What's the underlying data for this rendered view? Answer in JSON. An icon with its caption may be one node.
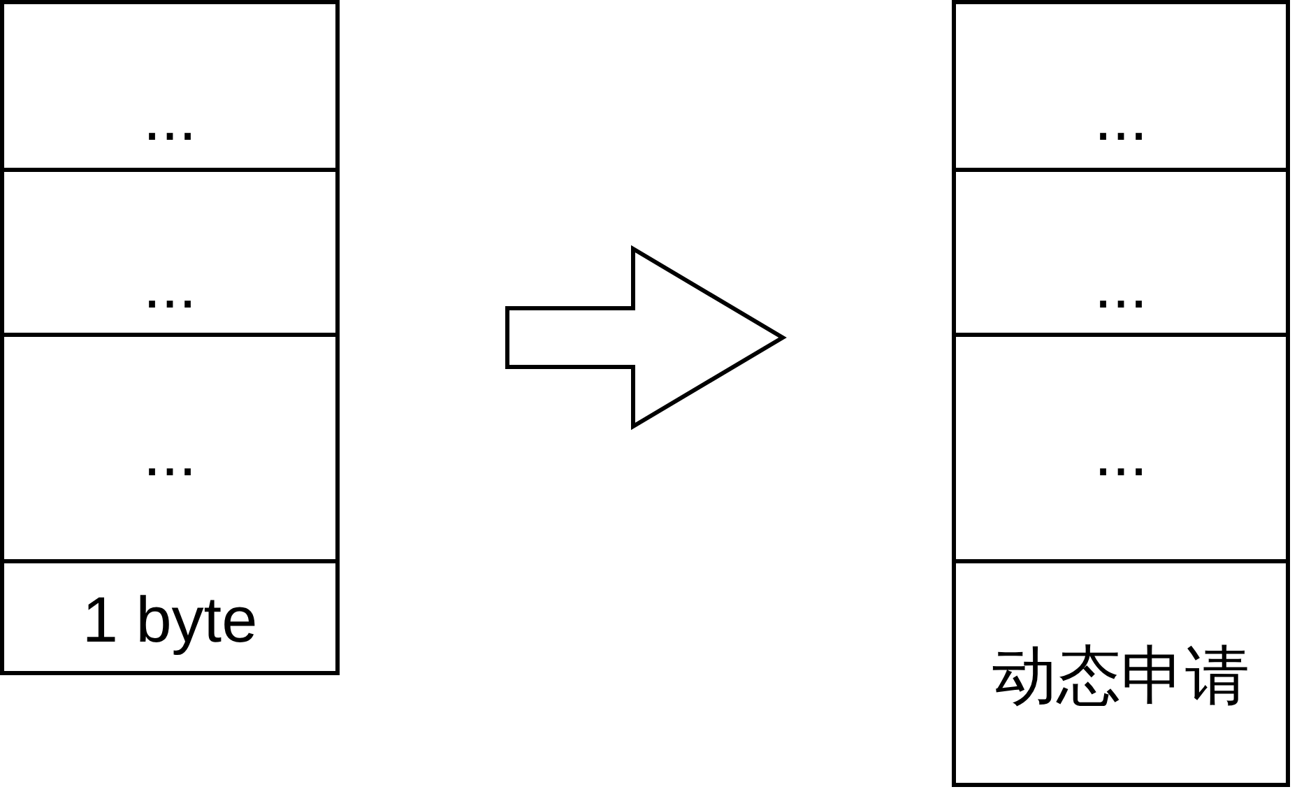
{
  "diagram": {
    "nodes": [
      {
        "text": [],
        "shape": "box"
      },
      {
        "text": [
          "..."
        ],
        "in": 0
      },
      {
        "text": [
          "..."
        ],
        "in": 0
      },
      {
        "text": [
          "..."
        ],
        "in": 0
      },
      {
        "text": [
          "1 byte"
        ],
        "in": 0
      },
      {
        "text": [],
        "shape": "box"
      },
      {
        "text": [
          "..."
        ],
        "in": 5
      },
      {
        "text": [
          "..."
        ],
        "in": 5
      },
      {
        "text": [
          "..."
        ],
        "in": 5
      },
      {
        "text": [
          "动态申请"
        ],
        "in": 5
      }
    ],
    "edges": [
      {
        "from": 0,
        "to": 5,
        "arrow": "to",
        "style": "thick"
      }
    ]
  }
}
